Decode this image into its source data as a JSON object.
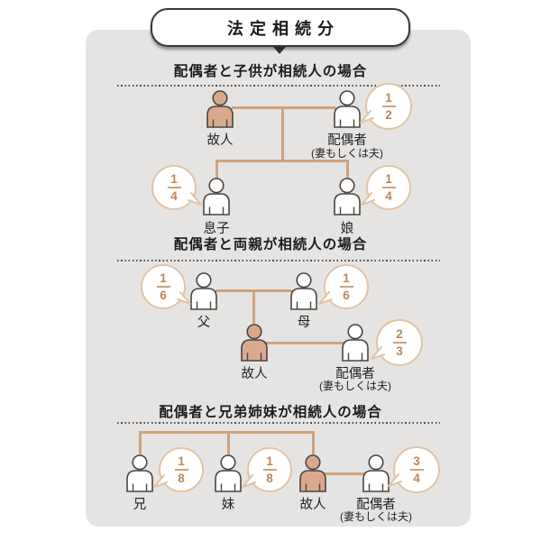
{
  "title": "法定相続分",
  "colors": {
    "panel_bg": "#e5e4e3",
    "connector_line": "#d0a37e",
    "bubble_border": "#e2c3a3",
    "fraction_text": "#bd8659",
    "deceased_fill": "#daa98c",
    "person_outline": "#4a4540"
  },
  "sections": [
    {
      "heading": "配偶者と子供が相続人の場合",
      "persons": [
        {
          "label": "故人",
          "role": "deceased"
        },
        {
          "label": "配偶者",
          "sub": "(妻もしくは夫)",
          "share": {
            "num": "1",
            "den": "2"
          }
        },
        {
          "label": "息子",
          "share": {
            "num": "1",
            "den": "4"
          }
        },
        {
          "label": "娘",
          "share": {
            "num": "1",
            "den": "4"
          }
        }
      ]
    },
    {
      "heading": "配偶者と両親が相続人の場合",
      "persons": [
        {
          "label": "父",
          "share": {
            "num": "1",
            "den": "6"
          }
        },
        {
          "label": "母",
          "share": {
            "num": "1",
            "den": "6"
          }
        },
        {
          "label": "故人",
          "role": "deceased"
        },
        {
          "label": "配偶者",
          "sub": "(妻もしくは夫)",
          "share": {
            "num": "2",
            "den": "3"
          }
        }
      ]
    },
    {
      "heading": "配偶者と兄弟姉妹が相続人の場合",
      "persons": [
        {
          "label": "兄",
          "share": {
            "num": "1",
            "den": "8"
          }
        },
        {
          "label": "妹",
          "share": {
            "num": "1",
            "den": "8"
          }
        },
        {
          "label": "故人",
          "role": "deceased"
        },
        {
          "label": "配偶者",
          "sub": "(妻もしくは夫)",
          "share": {
            "num": "3",
            "den": "4"
          }
        }
      ]
    }
  ]
}
